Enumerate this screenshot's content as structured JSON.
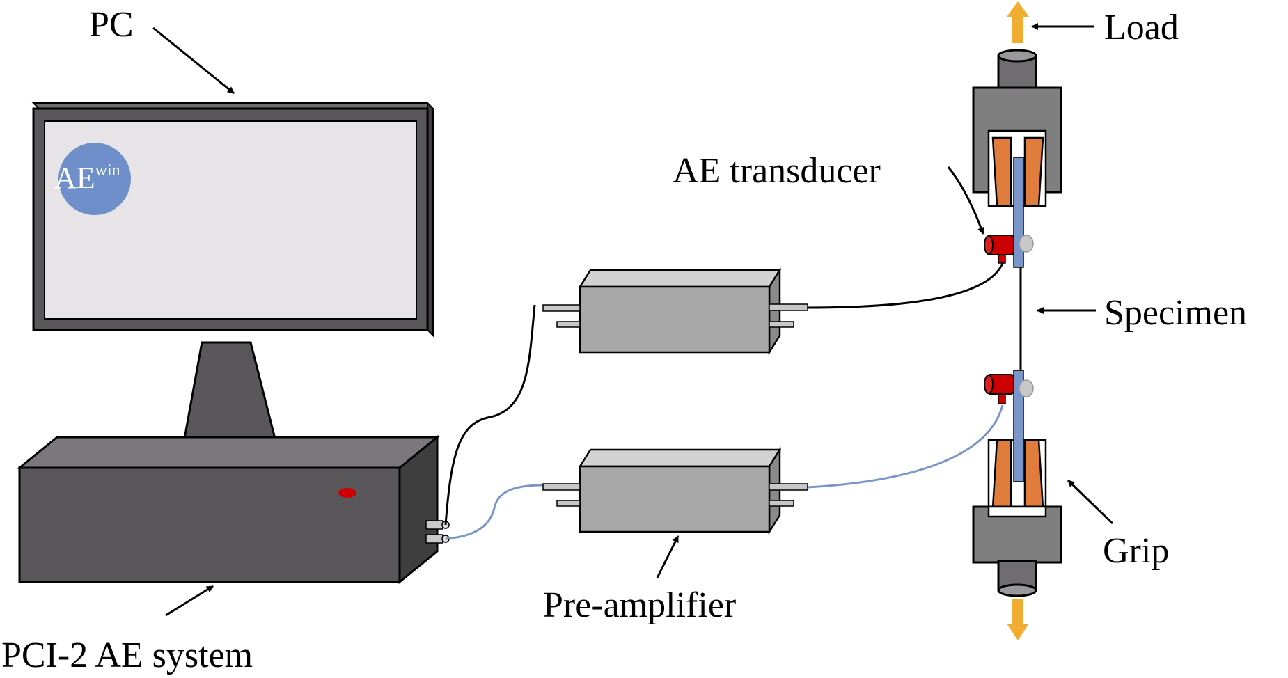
{
  "labels": {
    "pc": "PC",
    "ae_system": "PCI-2 AE system",
    "preamplifier": "Pre-amplifier",
    "ae_transducer": "AE transducer",
    "specimen": "Specimen",
    "load": "Load",
    "grip": "Grip"
  },
  "screen_logo": {
    "main": "AE",
    "superscript": "win"
  },
  "colors": {
    "monitor_frame": "#595759",
    "screen": "#e6e4e6",
    "logo_circle": "#6e8fc9",
    "ae_box": "#595759",
    "ae_box_top": "#7a787a",
    "indicator_led": "#cc0000",
    "preamp_body": "#a8a8a8",
    "preamp_top": "#d2d2d2",
    "grip_body": "#7f7f7f",
    "grip_wedge": "#e07d3c",
    "specimen": "#7a96c8",
    "transducer": "#cc0000",
    "load_arrow": "#f0ad31",
    "cable_signal_1": "#000000",
    "cable_signal_2": "#7a96c8"
  }
}
